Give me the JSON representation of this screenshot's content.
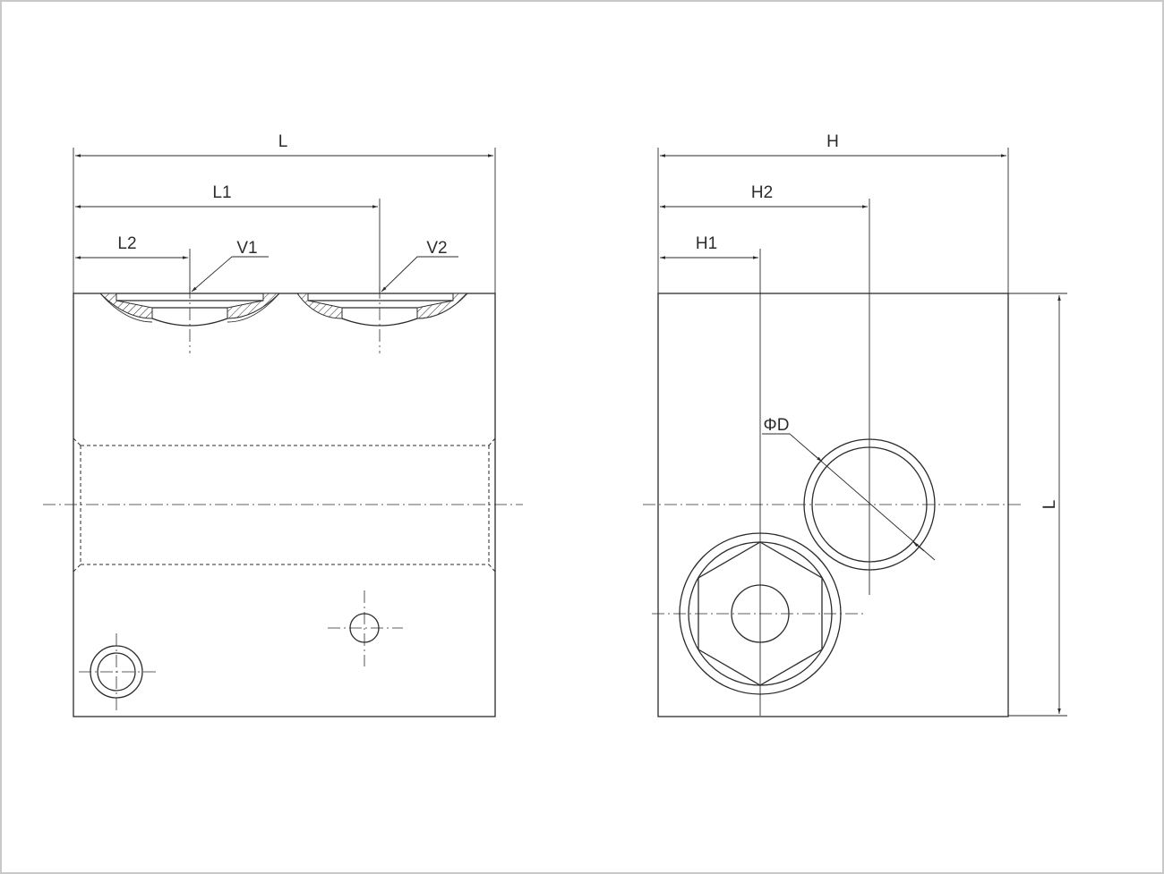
{
  "front_view": {
    "dim_overall_length": "L",
    "dim_length_1": "L1",
    "dim_length_2": "L2",
    "port_1": "V1",
    "port_2": "V2"
  },
  "side_view": {
    "dim_overall_height": "H",
    "dim_height_2": "H2",
    "dim_height_1": "H1",
    "dim_diameter": "ΦD",
    "dim_length_vertical": "L"
  },
  "colors": {
    "line": "#2b2b2b",
    "border": "#c8c8c8",
    "background": "#ffffff"
  }
}
